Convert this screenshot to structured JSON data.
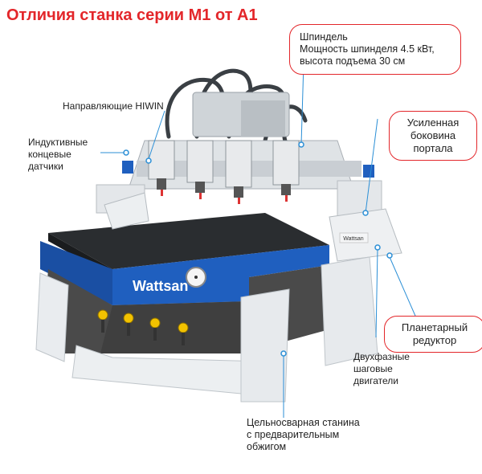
{
  "title": "Отличия станка серии М1 от А1",
  "brand_text": "Wattsan",
  "callouts": {
    "spindle_title": "Шпиндель",
    "spindle_line1": "Мощность шпинделя 4.5 кВт,",
    "spindle_line2": "высота подъема 30 см",
    "portal_line1": "Усиленная",
    "portal_line2": "боковина",
    "portal_line3": "портала",
    "gearbox_line1": "Планетарный",
    "gearbox_line2": "редуктор",
    "rails": "Направляющие HIWIN",
    "sensors_line1": "Индуктивные",
    "sensors_line2": "концевые",
    "sensors_line3": "датчики",
    "steppers_line1": "Двухфазные",
    "steppers_line2": "шаговые",
    "steppers_line3": "двигатели",
    "frame_line1": "Цельносварная станина",
    "frame_line2": "с предварительным",
    "frame_line3": "обжигом"
  },
  "colors": {
    "accent": "#e3262a",
    "leader": "#2b8fd6",
    "panel_blue": "#1f5fbf",
    "body_dark": "#4a4a4a",
    "frame_white": "#e9ecef"
  }
}
